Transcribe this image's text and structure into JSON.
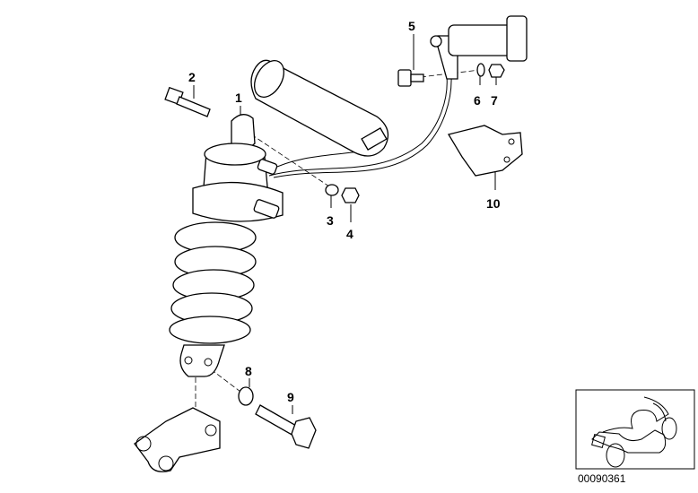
{
  "diagram": {
    "callouts": [
      "1",
      "2",
      "3",
      "4",
      "5",
      "6",
      "7",
      "8",
      "9",
      "10"
    ],
    "part_number": "00090361"
  }
}
